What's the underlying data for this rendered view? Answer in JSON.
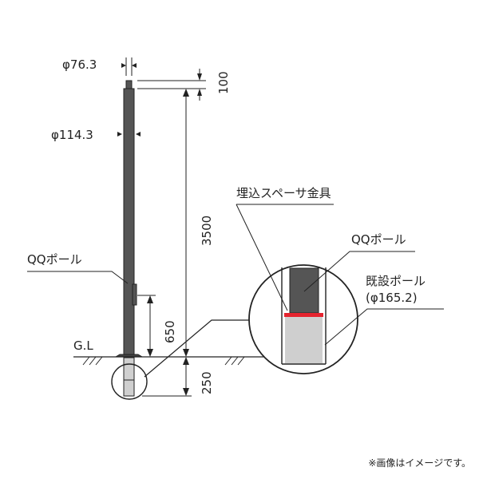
{
  "labels": {
    "dia_top": "φ76.3",
    "dia_main": "φ114.3",
    "qq_pole_left": "QQポール",
    "ground_level": "G.L",
    "spacer": "埋込スペーサ金具",
    "qq_pole_detail": "QQポール",
    "existing_pole": "既設ポール",
    "existing_pole_dia": "(φ165.2)"
  },
  "dimensions": {
    "top_section": "100",
    "total_height": "3500",
    "lower_section": "650",
    "embed_depth": "250"
  },
  "note": "※画像はイメージです。",
  "colors": {
    "pole": "#555555",
    "line": "#222222",
    "spacer": "#e5232e",
    "concrete": "#cfcfcf"
  }
}
